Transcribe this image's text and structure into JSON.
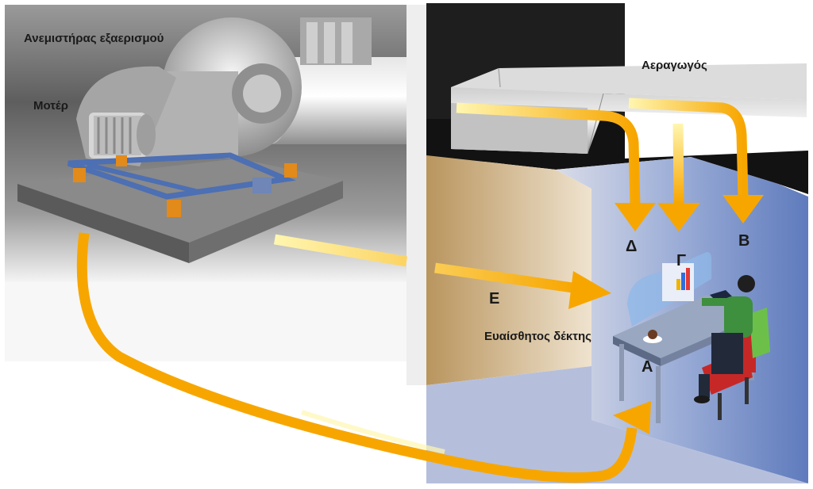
{
  "labels": {
    "fan": "Ανεμιστήρας εξαερισμού",
    "motor": "Μοτέρ",
    "duct": "Αεραγωγός",
    "receiver": "Ευαίσθητος δέκτης",
    "path_a": "Α",
    "path_b": "Β",
    "path_g": "Γ",
    "path_d": "Δ",
    "path_e": "Ε"
  },
  "colors": {
    "arrow": "#f7a600",
    "arrow_light": "#fff2a8",
    "wall_blue": "#6f88c4",
    "machine_room": "#6b6b6b"
  }
}
